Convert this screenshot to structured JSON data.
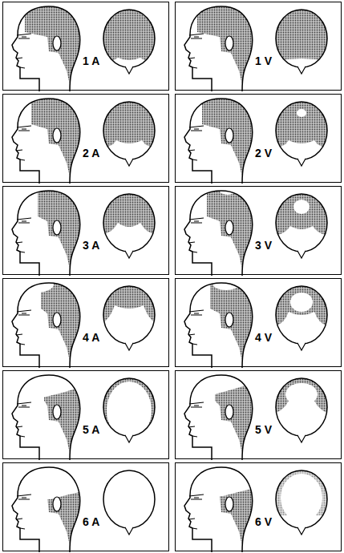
{
  "diagram": {
    "nodes": [
      {
        "text": [
          "1 A"
        ]
      },
      {
        "text": [
          "1 V"
        ]
      },
      {
        "text": [
          "2 A"
        ]
      },
      {
        "text": [
          "2 V"
        ]
      },
      {
        "text": [
          "3 A"
        ]
      },
      {
        "text": [
          "3 V"
        ]
      },
      {
        "text": [
          "4 A"
        ]
      },
      {
        "text": [
          "4 V"
        ]
      },
      {
        "text": [
          "5 A"
        ]
      },
      {
        "text": [
          "5 V"
        ]
      },
      {
        "text": [
          "6 A"
        ]
      },
      {
        "text": [
          "6 V"
        ]
      }
    ]
  }
}
